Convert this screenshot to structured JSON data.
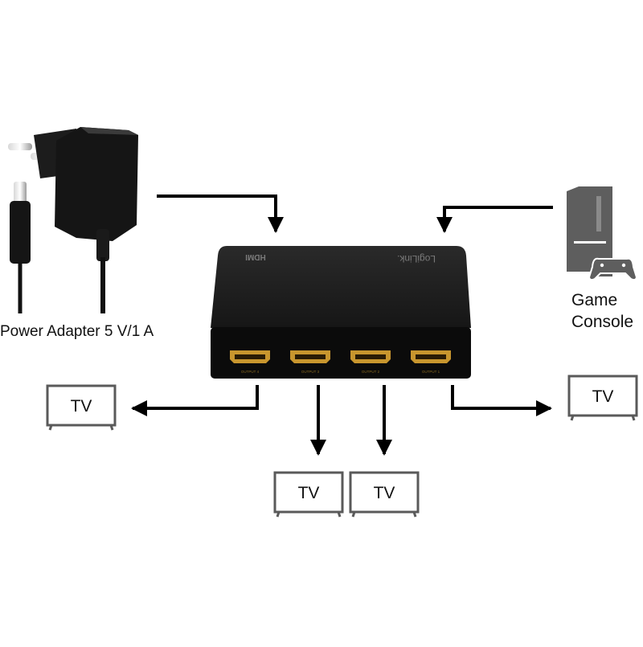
{
  "power_adapter": {
    "label": "Power Adapter 5 V/1 A"
  },
  "game_console": {
    "label_line1": "Game",
    "label_line2": "Console"
  },
  "splitter": {
    "hdmi_logo": "HDMI",
    "brand": "LogiLink.",
    "ports": [
      {
        "label": "OUTPUT 4"
      },
      {
        "label": "OUTPUT 3"
      },
      {
        "label": "OUTPUT 2"
      },
      {
        "label": "OUTPUT 1"
      }
    ]
  },
  "tvs": [
    {
      "label": "TV"
    },
    {
      "label": "TV"
    },
    {
      "label": "TV"
    },
    {
      "label": "TV"
    }
  ],
  "colors": {
    "device_body": "#151515",
    "device_front": "#0b0b0b",
    "hdmi_port": "#c8962e",
    "console_gray": "#5e5e5e",
    "arrow": "#000000"
  }
}
